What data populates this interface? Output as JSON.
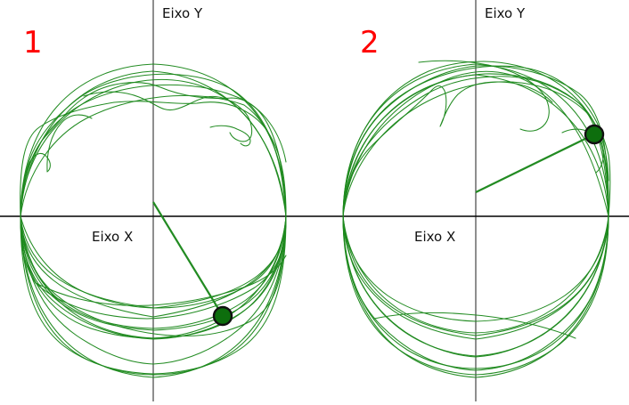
{
  "panels": [
    {
      "id": "panel-1",
      "number_label": "1",
      "y_axis_label": "Eixo Y",
      "x_axis_label": "Eixo X"
    },
    {
      "id": "panel-2",
      "number_label": "2",
      "y_axis_label": "Eixo Y",
      "x_axis_label": "Eixo X"
    }
  ],
  "colors": {
    "trace": "#1f8a1f",
    "bob": "#0d6e0d",
    "axis": "#000000",
    "panel_number": "#ff0000"
  },
  "icons": {
    "pendulum_bob": "circle"
  }
}
